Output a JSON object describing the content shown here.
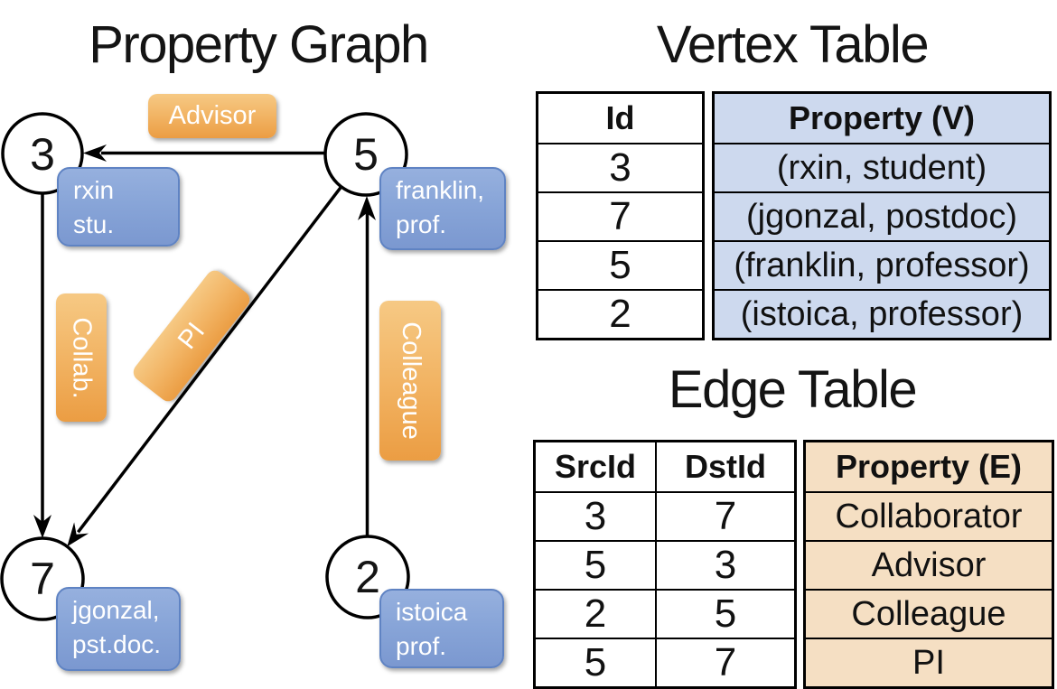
{
  "graph": {
    "title": "Property Graph",
    "nodes": [
      {
        "id": "3",
        "property_lines": [
          "rxin",
          "stu."
        ]
      },
      {
        "id": "5",
        "property_lines": [
          "franklin,",
          "prof."
        ]
      },
      {
        "id": "7",
        "property_lines": [
          "jgonzal,",
          "pst.doc."
        ]
      },
      {
        "id": "2",
        "property_lines": [
          "istoica",
          "prof."
        ]
      }
    ],
    "edges": [
      {
        "src": "5",
        "dst": "3",
        "label": "Advisor"
      },
      {
        "src": "3",
        "dst": "7",
        "label": "Collab."
      },
      {
        "src": "5",
        "dst": "7",
        "label": "PI"
      },
      {
        "src": "2",
        "dst": "5",
        "label": "Colleague"
      }
    ]
  },
  "vertex_table": {
    "title": "Vertex Table",
    "headers": {
      "id": "Id",
      "property": "Property (V)"
    },
    "rows": [
      {
        "id": "3",
        "property": "(rxin, student)"
      },
      {
        "id": "7",
        "property": "(jgonzal, postdoc)"
      },
      {
        "id": "5",
        "property": "(franklin, professor)"
      },
      {
        "id": "2",
        "property": "(istoica, professor)"
      }
    ]
  },
  "edge_table": {
    "title": "Edge Table",
    "headers": {
      "src": "SrcId",
      "dst": "DstId",
      "property": "Property (E)"
    },
    "rows": [
      {
        "src": "3",
        "dst": "7",
        "property": "Collaborator"
      },
      {
        "src": "5",
        "dst": "3",
        "property": "Advisor"
      },
      {
        "src": "2",
        "dst": "5",
        "property": "Colleague"
      },
      {
        "src": "5",
        "dst": "7",
        "property": "PI"
      }
    ]
  },
  "colors": {
    "vertex_property_box": "#7b98d0",
    "vertex_property_border": "#5f83c3",
    "edge_label_box": "#eb9d43",
    "vertex_table_fill": "#cdd9ee",
    "edge_table_fill": "#f5dfc3",
    "line_color": "#000000"
  }
}
